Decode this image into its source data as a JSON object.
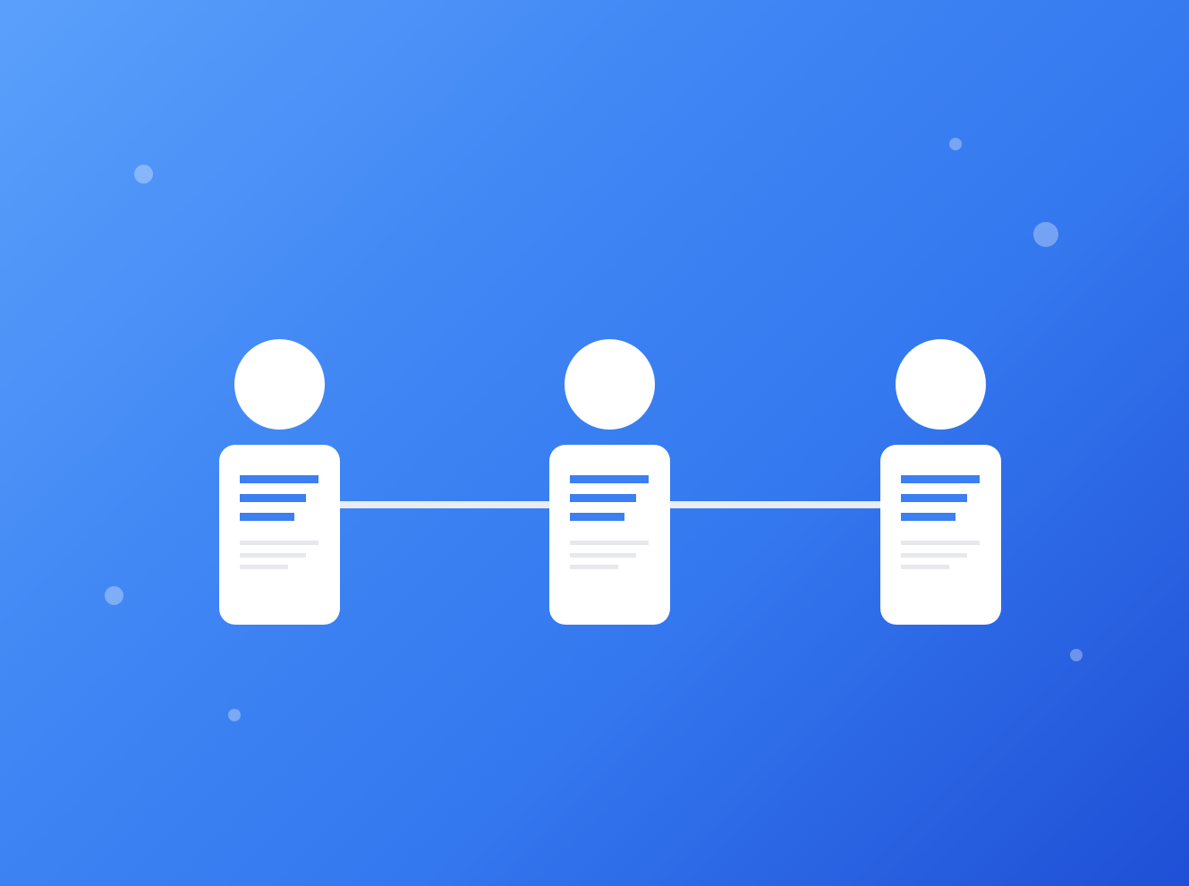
{
  "scene": {
    "background_colors": [
      "#5aa0fb",
      "#3f85f4",
      "#1f4fd6"
    ],
    "node_color": "#ffffff",
    "accent_color": "#3b7ff2",
    "connector_color": "#e9ecf3",
    "placeholder_line_color": "#e6e8ec",
    "icons": [
      "person-node-icon",
      "profile-card-icon",
      "connector-line"
    ],
    "nodes": [
      {
        "name": "person-node-1"
      },
      {
        "name": "person-node-2"
      },
      {
        "name": "person-node-3"
      }
    ]
  }
}
